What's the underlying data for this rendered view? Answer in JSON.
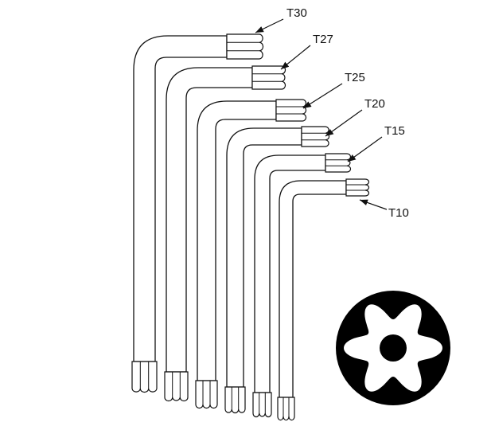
{
  "diagram": {
    "type": "torx-key-set",
    "labels": [
      {
        "id": "t30",
        "text": "T30"
      },
      {
        "id": "t27",
        "text": "T27"
      },
      {
        "id": "t25",
        "text": "T25"
      },
      {
        "id": "t20",
        "text": "T20"
      },
      {
        "id": "t15",
        "text": "T15"
      },
      {
        "id": "t10",
        "text": "T10"
      }
    ],
    "colors": {
      "line": "#111111",
      "fill": "#ffffff",
      "profile": "#000000"
    }
  }
}
